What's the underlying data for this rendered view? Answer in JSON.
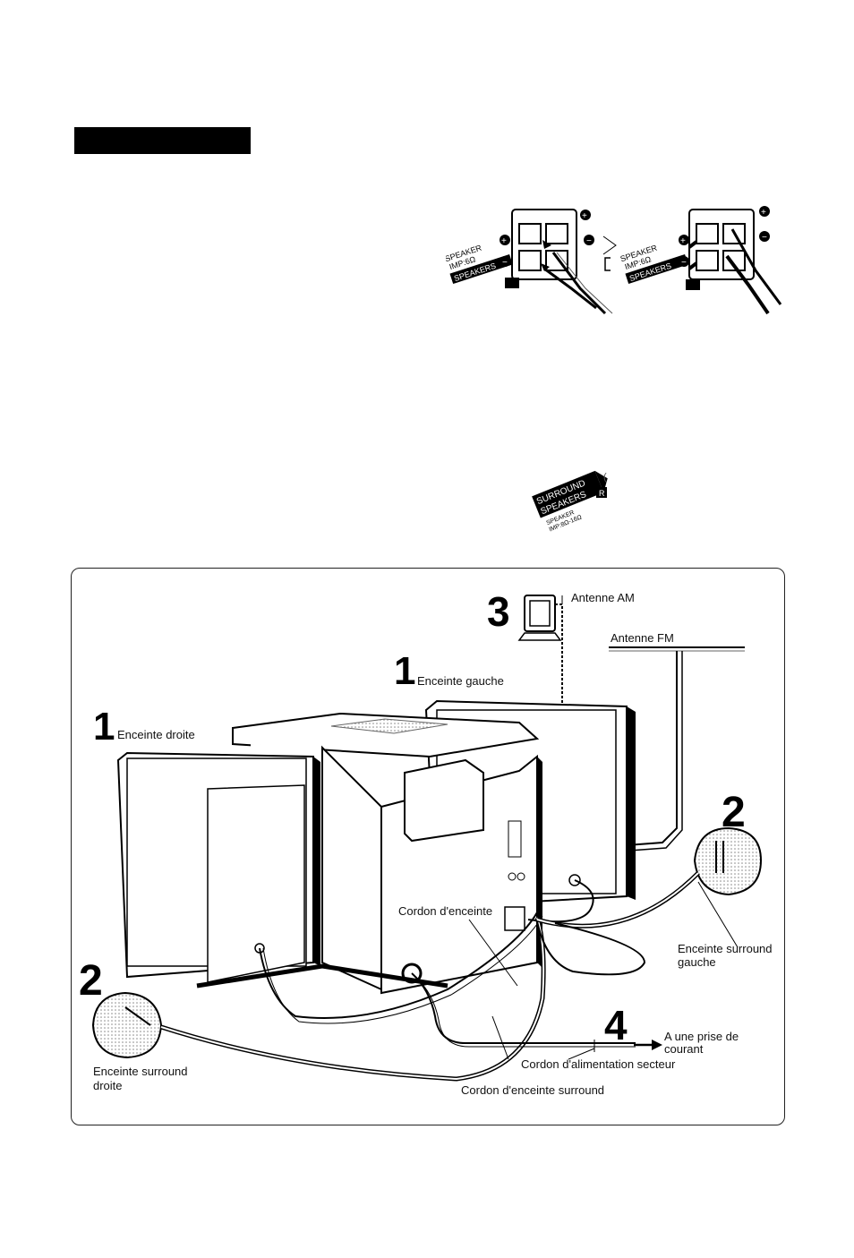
{
  "terminal_figure": {
    "speaker_label": "SPEAKER",
    "impedance_label": "IMP:6Ω",
    "speakers_label": "SPEAKERS",
    "speaker_label_2": "SPEAKER",
    "impedance_label_2": "IMP:6Ω",
    "speakers_label_2": "SPEAKERS"
  },
  "surround_figure": {
    "surround_label": "SURROUND",
    "speakers_label": "SPEAKERS",
    "channel_label": "R",
    "speaker_label": "SPEAKER",
    "impedance_label": "IMP:8Ω-16Ω"
  },
  "diagram": {
    "labels": {
      "am_antenna": "Antenne AM",
      "fm_antenna": "Antenne FM",
      "left_speaker": "Enceinte gauche",
      "right_speaker": "Enceinte droite",
      "speaker_cord": "Cordon d'enceinte",
      "surround_left_line1": "Enceinte surround",
      "surround_left_line2": "gauche",
      "surround_right_line1": "Enceinte surround",
      "surround_right_line2": "droite",
      "outlet_line1": "A une prise de",
      "outlet_line2": "courant",
      "power_cord": "Cordon d'alimentation secteur",
      "surround_cord": "Cordon d'enceinte surround"
    },
    "steps": {
      "am": "3",
      "left_speaker": "1",
      "right_speaker": "1",
      "surround_left": "2",
      "surround_right": "2",
      "power": "4"
    }
  }
}
